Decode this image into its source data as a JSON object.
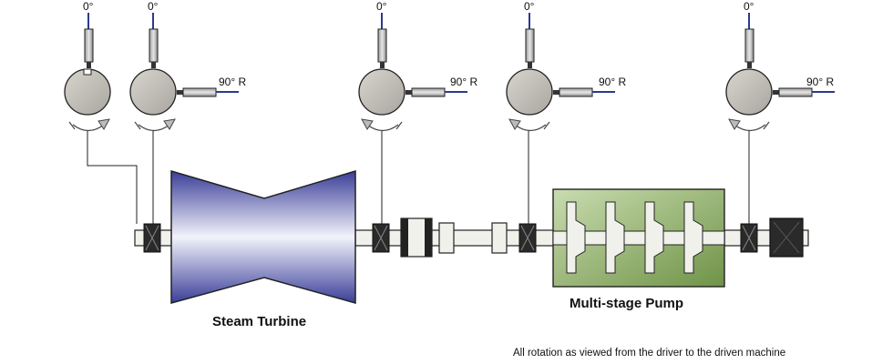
{
  "probes": [
    {
      "zero_label": "0°",
      "side_label": ""
    },
    {
      "zero_label": "0°",
      "side_label": "90° R"
    },
    {
      "zero_label": "0°",
      "side_label": "90° R"
    },
    {
      "zero_label": "0°",
      "side_label": "90° R"
    },
    {
      "zero_label": "0°",
      "side_label": "90° R"
    }
  ],
  "machines": {
    "turbine_label": "Steam Turbine",
    "pump_label": "Multi-stage Pump"
  },
  "footnote": "All rotation as viewed from the driver to the driven machine",
  "colors": {
    "turbine_dark": "#3a3e98",
    "turbine_light": "#f2f3fb",
    "pump_dark": "#6f9347",
    "pump_light": "#c9dcb0",
    "probe_cable": "#2b3a8c",
    "shaft_fill": "#f1f1ec",
    "disc_fill": "#c6c3bc",
    "bearing_fill": "#2a2a2a"
  }
}
